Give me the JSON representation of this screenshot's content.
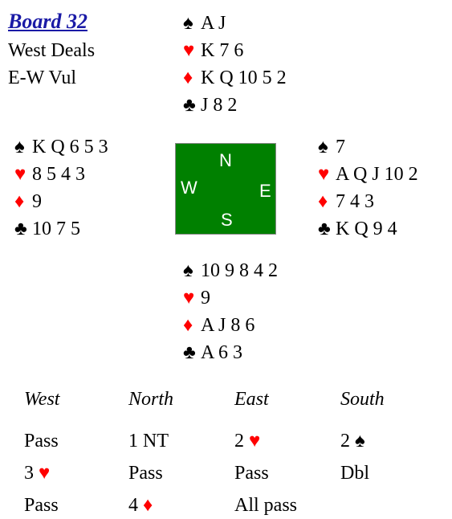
{
  "board": {
    "link": "Board 32",
    "dealer": "West Deals",
    "vulnerability": "E-W Vul"
  },
  "suits": {
    "spade": "♠",
    "heart": "♥",
    "diamond": "♦",
    "club": "♣"
  },
  "colors": {
    "red_suit": "#ff0000",
    "compass_bg": "#008000",
    "link": "#1a1aa6"
  },
  "north": {
    "spades": "A J",
    "hearts": "K 7 6",
    "diamonds": "K Q 10 5 2",
    "clubs": "J 8 2"
  },
  "west": {
    "spades": "K Q 6 5 3",
    "hearts": "8 5 4 3",
    "diamonds": "9",
    "clubs": "10 7 5"
  },
  "east": {
    "spades": "7",
    "hearts": "A Q J 10 2",
    "diamonds": "7 4 3",
    "clubs": "K Q 9 4"
  },
  "south": {
    "spades": "10 9 8 4 2",
    "hearts": "9",
    "diamonds": "A J 8 6",
    "clubs": "A 6 3"
  },
  "compass": {
    "n": "N",
    "w": "W",
    "e": "E",
    "s": "S"
  },
  "auction": {
    "headers": [
      "West",
      "North",
      "East",
      "South"
    ],
    "rows": [
      [
        "Pass",
        "1 NT",
        "2",
        "2"
      ],
      [
        "3",
        "Pass",
        "Pass",
        "Dbl"
      ],
      [
        "Pass",
        "4",
        "All pass",
        ""
      ]
    ]
  }
}
